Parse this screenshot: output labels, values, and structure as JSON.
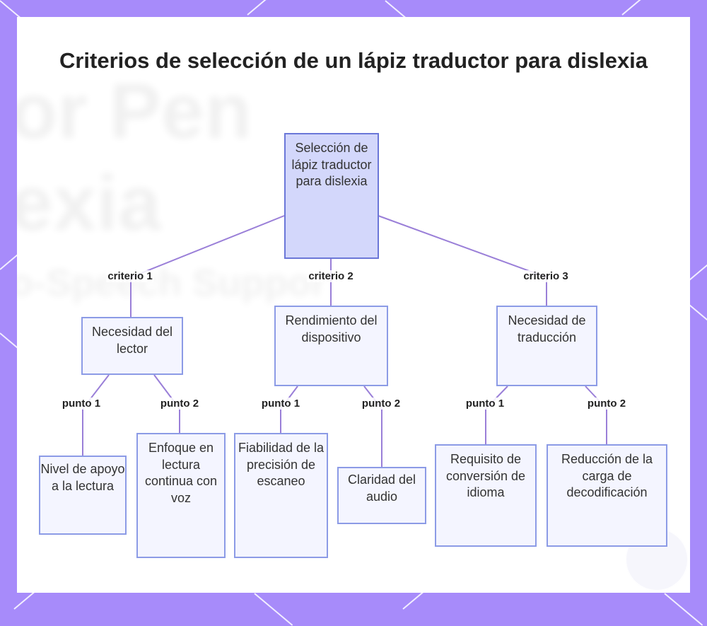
{
  "title": "Criterios de selección de un lápiz traductor para dislexia",
  "background_text": {
    "line1": "or Pen",
    "line2": "exia",
    "line3": "o-Speech Suppor"
  },
  "nodes": {
    "root": "Selección de lápiz traductor para dislexia",
    "c1": "Necesidad del lector",
    "c2": "Rendimiento del dispositivo",
    "c3": "Necesidad de traducción",
    "c1p1": "Nivel de apoyo a la lectura",
    "c1p2": "Enfoque en lectura continua con voz",
    "c2p1": "Fiabilidad de la precisión de escaneo",
    "c2p2": "Claridad del audio",
    "c3p1": "Requisito de conversión de idioma",
    "c3p2": "Reducción de la carga de decodificación"
  },
  "edge_labels": {
    "c1": "criterio 1",
    "c2": "criterio 2",
    "c3": "criterio 3",
    "p1": "punto 1",
    "p2": "punto 2"
  },
  "colors": {
    "frame": "#a78bfa",
    "node_fill": "#f4f5ff",
    "node_border": "#8c9be6",
    "root_fill": "#d3d7fb",
    "edge": "#9a7fd8"
  }
}
